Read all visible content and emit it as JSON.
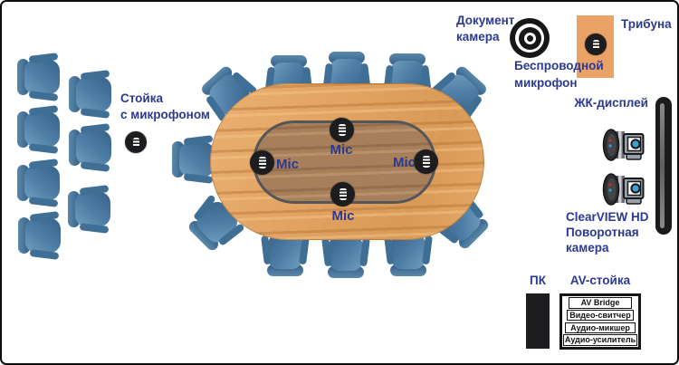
{
  "labels": {
    "mic_stand_line1": "Стойка",
    "mic_stand_line2": "с микрофоном",
    "document_camera_line1": "Документ",
    "document_camera_line2": "камера",
    "podium": "Трибуна",
    "wireless_mic_line1": "Беспроводной",
    "wireless_mic_line2": "микрофон",
    "lcd_display": "ЖК-дисплей",
    "ptz_camera_line1": "ClearVIEW HD",
    "ptz_camera_line2": "Поворотная",
    "ptz_camera_line3": "камера",
    "pc": "ПК",
    "av_rack": "AV-стойка",
    "table_mic": "Mic"
  },
  "av_rack": {
    "units": [
      "AV Bridge",
      "Видео-свитчер",
      "Аудио-микшер",
      "Аудио-усилитель"
    ]
  },
  "counts": {
    "table_seats": 11,
    "audience_seats": 7,
    "table_mics": 4
  },
  "icons": {
    "microphone": "black-circle-with-striped-capsule",
    "document_camera": "concentric-black-white-rings",
    "ptz_camera": "side-view-camera-with-blue-lens",
    "lcd_display": "tall-black-rounded-bar"
  },
  "colors": {
    "label_blue": "#2b3990",
    "chair_blue": "#4c7da4",
    "table_wood": "#e2a363",
    "table_inner": "#a87f5b",
    "podium_orange": "#eaa266",
    "device_black": "#1d1d1f"
  }
}
